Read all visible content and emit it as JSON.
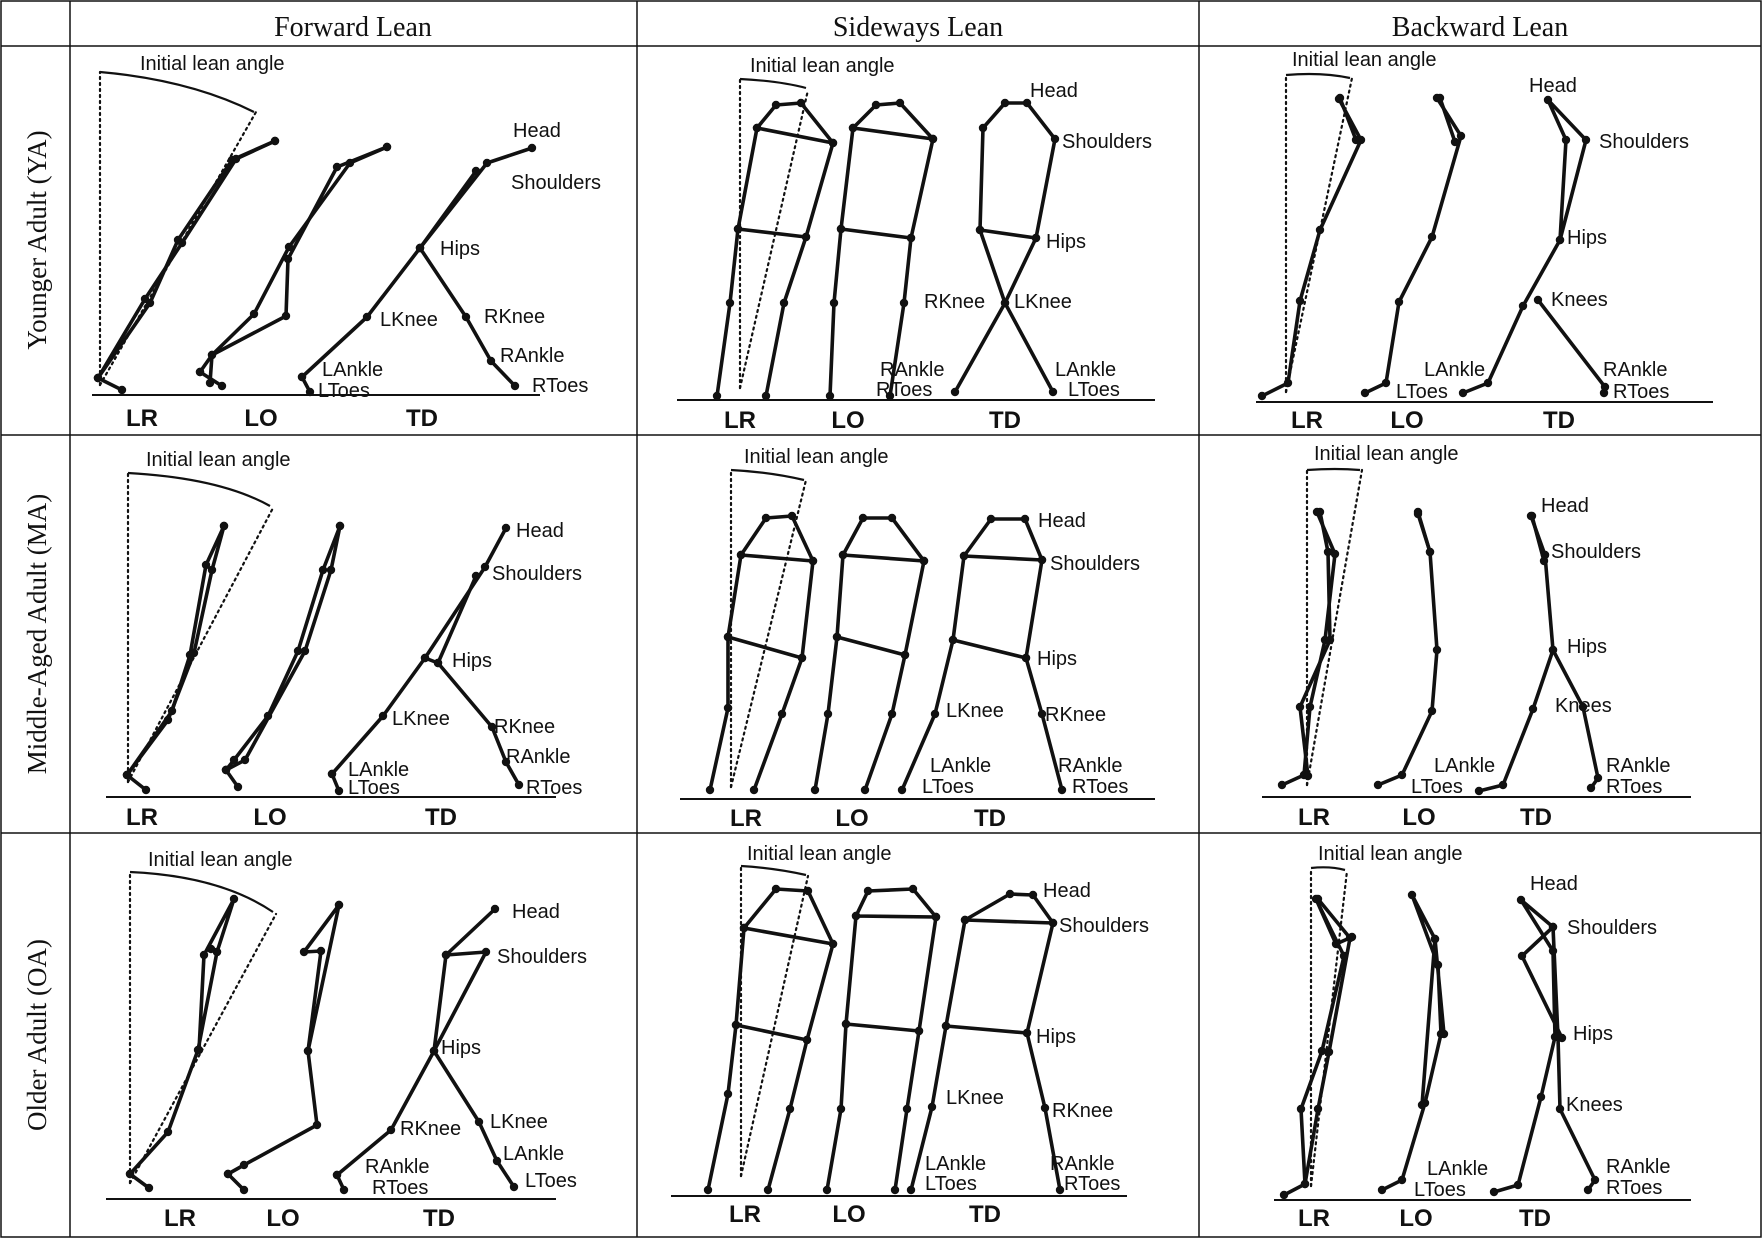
{
  "columns": [
    "Forward Lean",
    "Sideways Lean",
    "Backward Lean"
  ],
  "rows": [
    "Younger Adult (YA)",
    "Middle-Aged Adult (MA)",
    "Older Adult (OA)"
  ],
  "lean_angle_label": "Initial lean angle",
  "phases": [
    "LR",
    "LO",
    "TD"
  ],
  "cells": [
    [
      {
        "labels": [
          "Head",
          "Shoulders",
          "Hips",
          "LKnee",
          "RKnee",
          "RAnkle",
          "LAnkle",
          "LToes",
          "RToes"
        ]
      },
      {
        "labels": [
          "Head",
          "Shoulders",
          "Hips",
          "RKnee",
          "LKnee",
          "RAnkle",
          "RToes",
          "LAnkle",
          "LToes"
        ]
      },
      {
        "labels": [
          "Head",
          "Shoulders",
          "Hips",
          "Knees",
          "LAnkle",
          "LToes",
          "RAnkle",
          "RToes"
        ]
      }
    ],
    [
      {
        "labels": [
          "Head",
          "Shoulders",
          "Hips",
          "LKnee",
          "RKnee",
          "RAnkle",
          "LAnkle",
          "LToes",
          "RToes"
        ]
      },
      {
        "labels": [
          "Head",
          "Shoulders",
          "Hips",
          "LKnee",
          "RKnee",
          "LAnkle",
          "LToes",
          "RAnkle",
          "RToes"
        ]
      },
      {
        "labels": [
          "Head",
          "Shoulders",
          "Hips",
          "Knees",
          "LAnkle",
          "LToes",
          "RAnkle",
          "RToes"
        ]
      }
    ],
    [
      {
        "labels": [
          "Head",
          "Shoulders",
          "Hips",
          "RKnee",
          "LKnee",
          "LAnkle",
          "RAnkle",
          "RToes",
          "LToes"
        ]
      },
      {
        "labels": [
          "Head",
          "Shoulders",
          "Hips",
          "LKnee",
          "RKnee",
          "LAnkle",
          "LToes",
          "RAnkle",
          "RToes"
        ]
      },
      {
        "labels": [
          "Head",
          "Shoulders",
          "Hips",
          "Knees",
          "LAnkle",
          "LToes",
          "RAnkle",
          "RToes"
        ]
      }
    ]
  ]
}
